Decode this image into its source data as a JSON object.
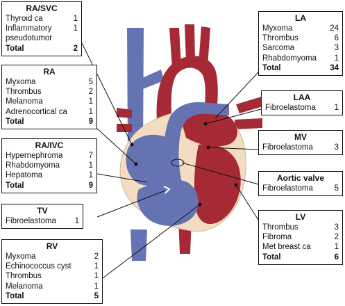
{
  "boxes": {
    "ra_svc": {
      "title": "RA/SVC",
      "rows": [
        {
          "label": "Thyroid ca",
          "value": "1"
        },
        {
          "label": "Inflammatory",
          "value": "1"
        },
        {
          "label": "pseudotumor",
          "value": ""
        },
        {
          "label": "Total",
          "value": "2",
          "total": true
        }
      ]
    },
    "ra": {
      "title": "RA",
      "rows": [
        {
          "label": "Myxoma",
          "value": "5"
        },
        {
          "label": "Thrombus",
          "value": "2"
        },
        {
          "label": "Melanoma",
          "value": "1"
        },
        {
          "label": "Adrenocortical ca",
          "value": "1"
        },
        {
          "label": "Total",
          "value": "9",
          "total": true
        }
      ]
    },
    "ra_ivc": {
      "title": "RA/IVC",
      "rows": [
        {
          "label": "Hypernephroma",
          "value": "7"
        },
        {
          "label": "Rhabdomyoma",
          "value": "1"
        },
        {
          "label": "Hepatoma",
          "value": "1"
        },
        {
          "label": "Total",
          "value": "9",
          "total": true
        }
      ]
    },
    "tv": {
      "title": "TV",
      "rows": [
        {
          "label": "Fibroelastoma",
          "value": "1"
        }
      ]
    },
    "rv": {
      "title": "RV",
      "rows": [
        {
          "label": "Myxoma",
          "value": "2"
        },
        {
          "label": "Echinococcus cyst",
          "value": "1"
        },
        {
          "label": "Thrombus",
          "value": "1"
        },
        {
          "label": "Melanoma",
          "value": "1"
        },
        {
          "label": "Total",
          "value": "5",
          "total": true
        }
      ]
    },
    "la": {
      "title": "LA",
      "rows": [
        {
          "label": "Myxoma",
          "value": "24"
        },
        {
          "label": "Thrombus",
          "value": "6"
        },
        {
          "label": "Sarcoma",
          "value": "3"
        },
        {
          "label": "Rhabdomyoma",
          "value": "1"
        },
        {
          "label": "Total",
          "value": "34",
          "total": true
        }
      ]
    },
    "laa": {
      "title": "LAA",
      "rows": [
        {
          "label": "Fibroelastoma",
          "value": "1"
        }
      ]
    },
    "mv": {
      "title": "MV",
      "rows": [
        {
          "label": "Fibroelastoma",
          "value": "3"
        }
      ]
    },
    "aortic_valve": {
      "title": "Aortic valve",
      "rows": [
        {
          "label": "Fibroelastoma",
          "value": "5"
        }
      ]
    },
    "lv": {
      "title": "LV",
      "rows": [
        {
          "label": "Thrombus",
          "value": "3"
        },
        {
          "label": "Fibroma",
          "value": "2"
        },
        {
          "label": "Met breast ca",
          "value": "1"
        },
        {
          "label": "Total",
          "value": "6",
          "total": true
        }
      ]
    }
  },
  "colors": {
    "oxygenated": "#a52a36",
    "deoxygenated": "#6673b3",
    "septum": "#f3dcc2",
    "line": "#111111"
  }
}
